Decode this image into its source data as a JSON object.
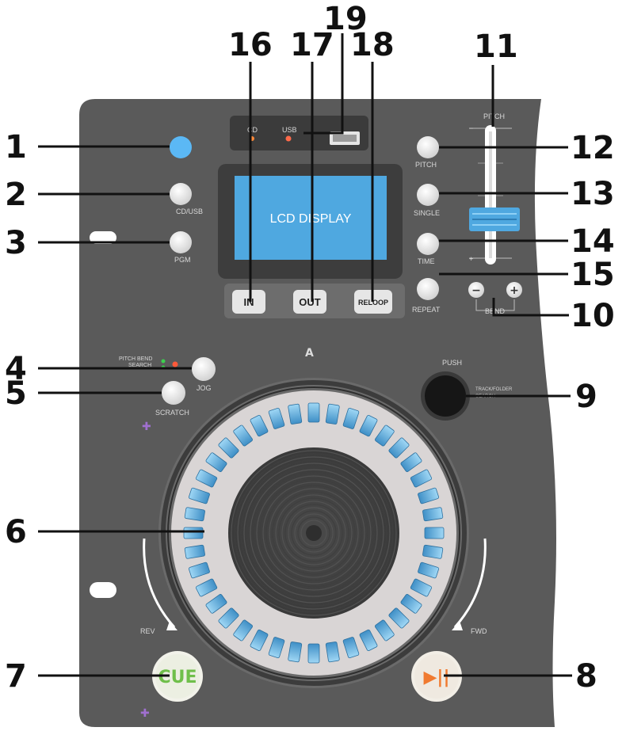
{
  "display": {
    "lcd_text": "LCD DISPLAY",
    "indicator_cd": "CD",
    "indicator_usb": "USB"
  },
  "panel": {
    "top_mark": "A",
    "pitch_slider_label": "PITCH"
  },
  "buttons": {
    "cd_usb": "CD/USB",
    "pgm": "PGM",
    "pitch": "PITCH",
    "single": "SINGLE",
    "time": "TIME",
    "repeat": "REPEAT",
    "in": "IN",
    "out": "OUT",
    "reloop": "RELOOP",
    "jog": "JOG",
    "scratch": "SCRATCH",
    "cue": "CUE",
    "play_pause": "▶||",
    "pitch_bend_minus": "−",
    "pitch_bend_plus": "+"
  },
  "labels": {
    "jog_mode_line1": "PITCH BEND",
    "jog_mode_line2": "SEARCH",
    "bend": "BEND",
    "push": "PUSH",
    "knob_line1": "TRACK/FOLDER",
    "knob_line2": "SEARCH",
    "rev": "REV",
    "fwd": "FWD"
  },
  "callouts": [
    "1",
    "2",
    "3",
    "4",
    "5",
    "6",
    "7",
    "8",
    "9",
    "10",
    "11",
    "12",
    "13",
    "14",
    "15",
    "16",
    "17",
    "18",
    "19"
  ],
  "colors": {
    "panel": "#5a5a5a",
    "lcd": "#4fa8e0",
    "accent_blue": "#5bb8f5",
    "cue_green": "#6fbf4a",
    "play_orange": "#f07a30",
    "led_red": "#ff5a3a",
    "led_green": "#3ccf4e"
  }
}
